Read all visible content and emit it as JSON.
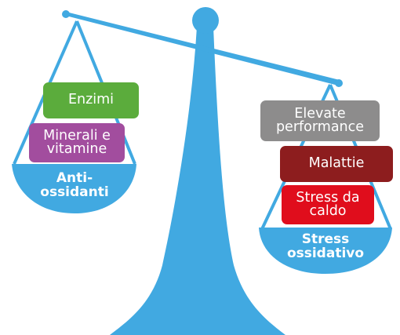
{
  "colors": {
    "scale_blue": "#41a9e1",
    "enzimi": "#5bac3c",
    "minerali": "#a24d9e",
    "elevate": "#8d8c8c",
    "malattie": "#8d1d1e",
    "stress_caldo": "#e00d1c"
  },
  "left_pan": {
    "label_line1": "Anti-",
    "label_line2": "ossidanti",
    "boxes": {
      "enzimi": "Enzimi",
      "minerali_line1": "Minerali e",
      "minerali_line2": "vitamine"
    }
  },
  "right_pan": {
    "label_line1": "Stress",
    "label_line2": "ossidativo",
    "boxes": {
      "elevate_line1": "Elevate",
      "elevate_line2": "performance",
      "malattie": "Malattie",
      "stress_line1": "Stress da",
      "stress_line2": "caldo"
    }
  }
}
